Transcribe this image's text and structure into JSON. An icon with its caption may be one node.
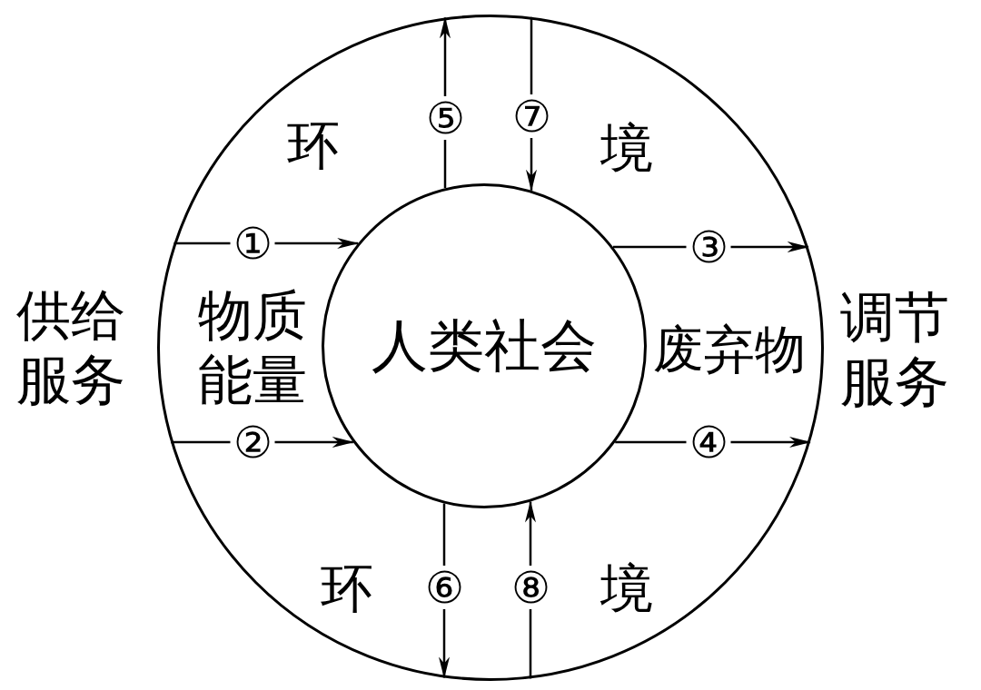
{
  "diagram": {
    "nodes": [
      {
        "text": [
          "环",
          "境",
          "环",
          "境"
        ]
      },
      {
        "text": [
          "人类社会"
        ],
        "in": 0
      }
    ],
    "edges": [
      {
        "from": 0,
        "to": 1,
        "arrow": "to",
        "label": "①"
      },
      {
        "from": 0,
        "to": 1,
        "arrow": "to",
        "label": "②"
      },
      {
        "from": 1,
        "to": 0,
        "arrow": "to",
        "label": "③"
      },
      {
        "from": 1,
        "to": 0,
        "arrow": "to",
        "label": "④"
      },
      {
        "from": 1,
        "to": 0,
        "arrow": "to",
        "label": "⑤"
      },
      {
        "from": 1,
        "to": 0,
        "arrow": "to",
        "label": "⑥"
      },
      {
        "from": 0,
        "to": 1,
        "arrow": "to",
        "label": "⑦"
      },
      {
        "from": 0,
        "to": 1,
        "arrow": "to",
        "label": "⑧"
      }
    ],
    "labels": [
      "供给服务",
      "物质能量",
      "废弃物",
      "调节服务"
    ]
  }
}
